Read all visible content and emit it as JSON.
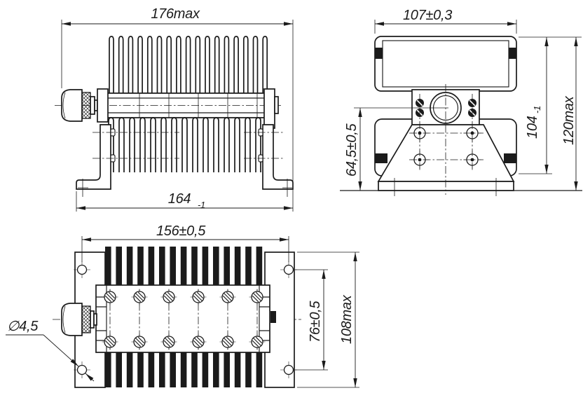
{
  "drawing": {
    "background": "#ffffff",
    "ink": "#1b1b1b"
  },
  "side_view": {
    "dim_total_length": "176max",
    "dim_feet_span_value": "164",
    "dim_feet_span_tolerance": "-1"
  },
  "end_view": {
    "dim_heatsink_width": "107±0,3",
    "dim_body_height_value": "104",
    "dim_body_height_tolerance": "-1",
    "dim_total_height": "120max",
    "dim_axis_height": "64,5±0,5"
  },
  "top_view": {
    "dim_hole_span_length": "156±0,5",
    "dim_hole_span_depth": "76±0,5",
    "dim_total_depth": "108max",
    "dim_hole_diameter": "∅4,5"
  }
}
